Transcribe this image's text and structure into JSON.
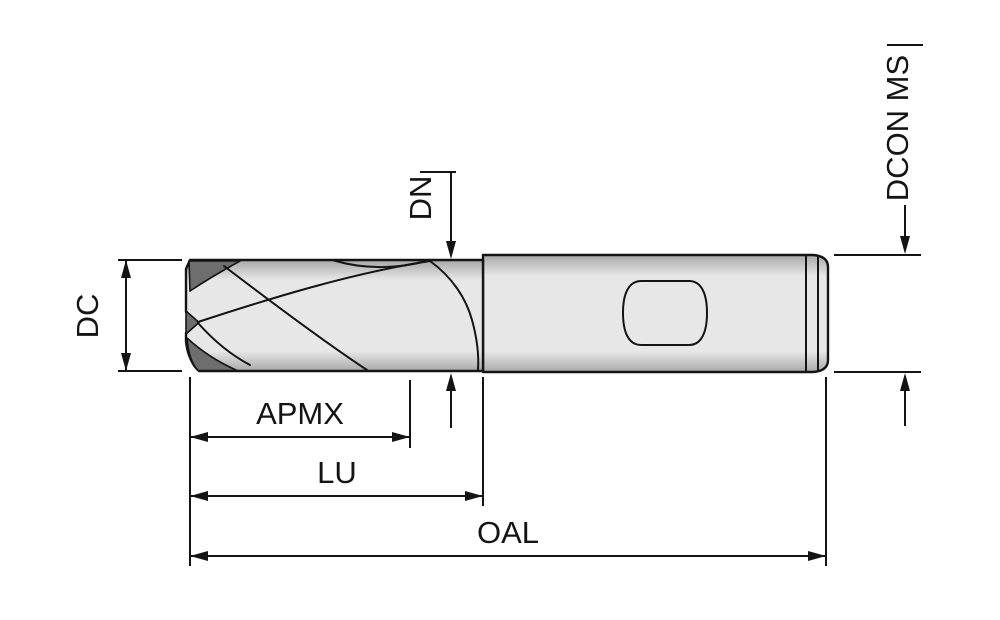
{
  "diagram": {
    "labels": {
      "dc": "DC",
      "dn": "DN",
      "dcon_ms": "DCON MS",
      "apmx": "APMX",
      "lu": "LU",
      "oal": "OAL"
    },
    "colors": {
      "background": "#ffffff",
      "line": "#141414",
      "body_light": "#e7e7e7",
      "body_edge": "#a8a8a8",
      "body_dark": "#6e6e6e"
    }
  }
}
